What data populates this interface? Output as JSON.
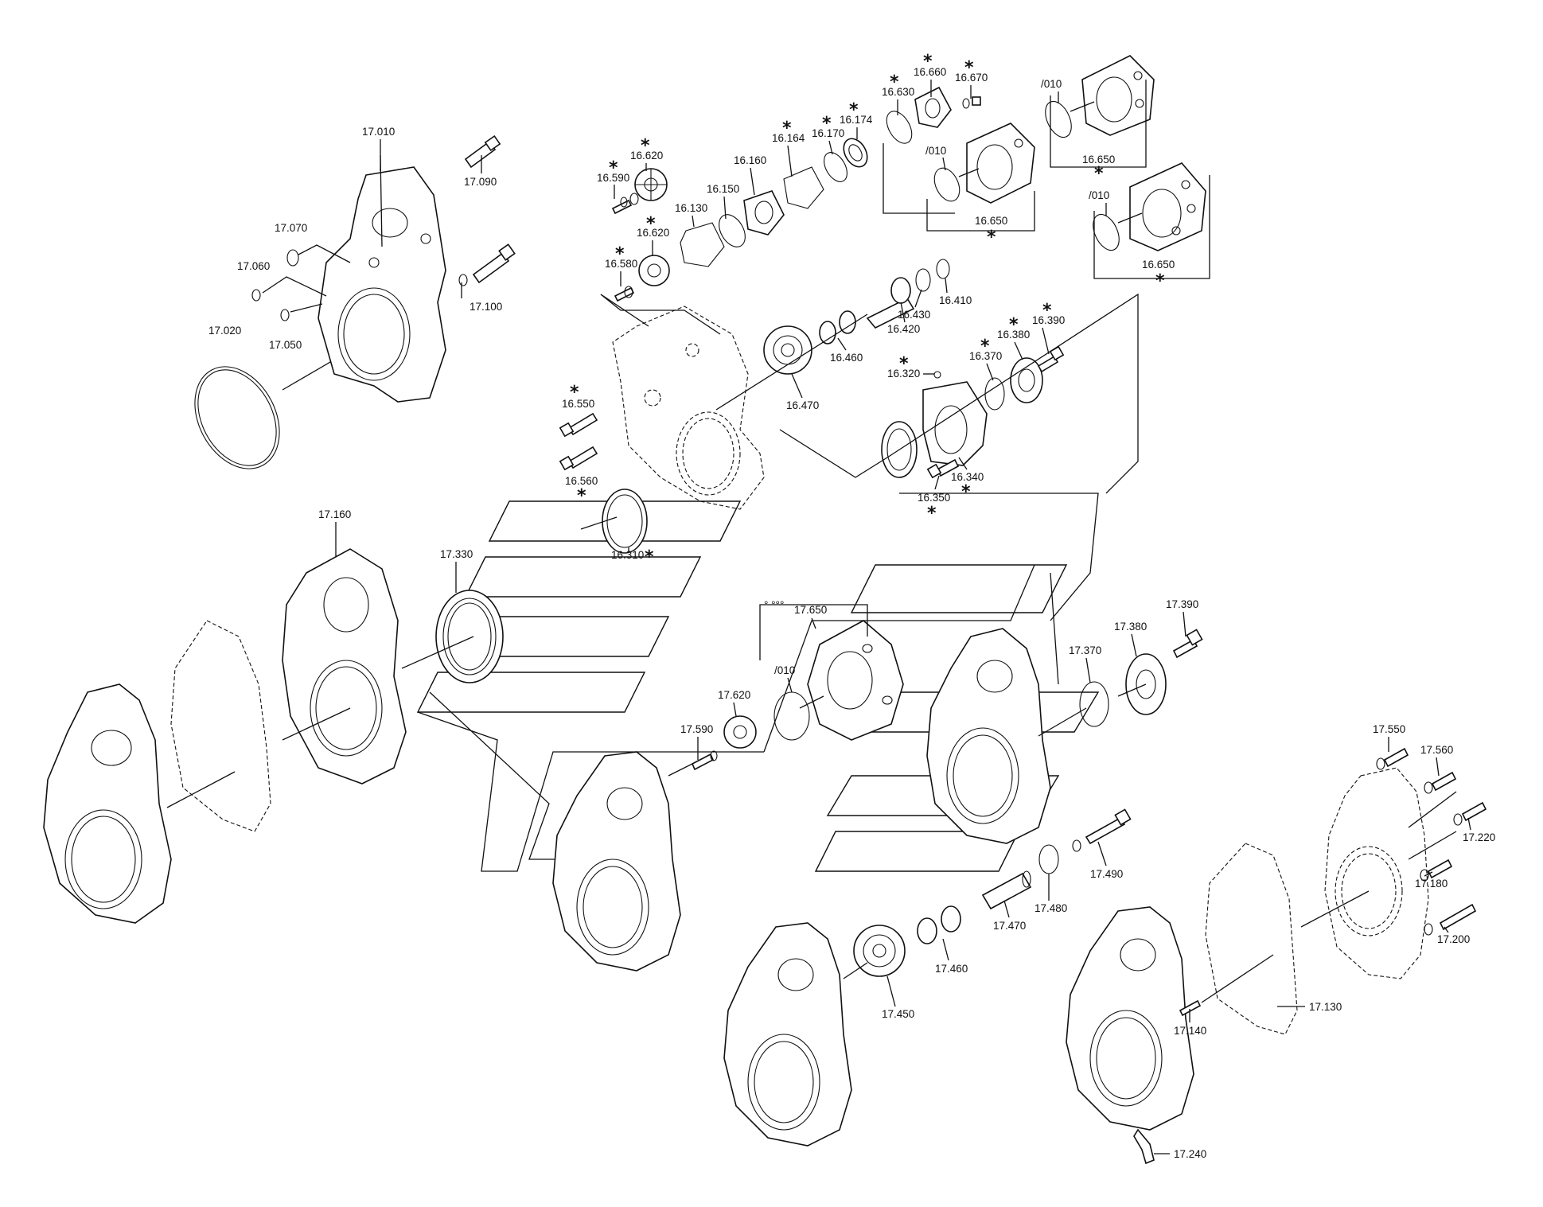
{
  "labels": {
    "l17010": "17.010",
    "l17090": "17.090",
    "l17070": "17.070",
    "l17060": "17.060",
    "l17050": "17.050",
    "l17100": "17.100",
    "l17020": "17.020",
    "l16620a": "16.620",
    "l16590": "16.590",
    "l16620b": "16.620",
    "l16580": "16.580",
    "l16130": "16.130",
    "l16150": "16.150",
    "l16160": "16.160",
    "l16164": "16.164",
    "l16170": "16.170",
    "l16174": "16.174",
    "l16630": "16.630",
    "l16660": "16.660",
    "l16670": "16.670",
    "l010a": "/010",
    "l010b": "/010",
    "l010c": "/010",
    "l16650a": "16.650",
    "l16650b": "16.650",
    "l16650c": "16.650",
    "l16410": "16.410",
    "l16430": "16.430",
    "l16420": "16.420",
    "l16460": "16.460",
    "l16470": "16.470",
    "l16550": "16.550",
    "l16560": "16.560",
    "l16390": "16.390",
    "l16380": "16.380",
    "l16370": "16.370",
    "l16320": "16.320",
    "l16340": "16.340",
    "l16350": "16.350",
    "l16310": "16.310",
    "l17160": "17.160",
    "l17330": "17.330",
    "l17650": "17.650",
    "l010d": "/010",
    "l17620": "17.620",
    "l17590": "17.590",
    "l17390": "17.390",
    "l17380": "17.380",
    "l17370": "17.370",
    "l17550": "17.550",
    "l17560": "17.560",
    "l17220": "17.220",
    "l17180": "17.180",
    "l17200": "17.200",
    "l17490": "17.490",
    "l17480": "17.480",
    "l17470": "17.470",
    "l17460": "17.460",
    "l17450": "17.450",
    "l17140": "17.140",
    "l17130": "17.130",
    "l17240": "17.240"
  },
  "asterisk": "*",
  "ellipsis_marks": "° °°°"
}
